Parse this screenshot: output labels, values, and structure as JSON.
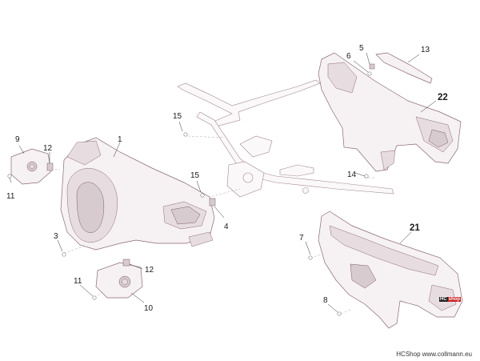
{
  "labels": {
    "l1": "1",
    "l3": "3",
    "l4": "4",
    "l5": "5",
    "l6": "6",
    "l7": "7",
    "l8": "8",
    "l9": "9",
    "l10": "10",
    "l11a": "11",
    "l11b": "11",
    "l12a": "12",
    "l12b": "12",
    "l13": "13",
    "l14": "14",
    "l15a": "15",
    "l15b": "15",
    "l21": "21",
    "l22": "22"
  },
  "badge": {
    "hc": "HC",
    "shop": "shop"
  },
  "footer": {
    "text": "HCShop www.collmann.eu"
  }
}
